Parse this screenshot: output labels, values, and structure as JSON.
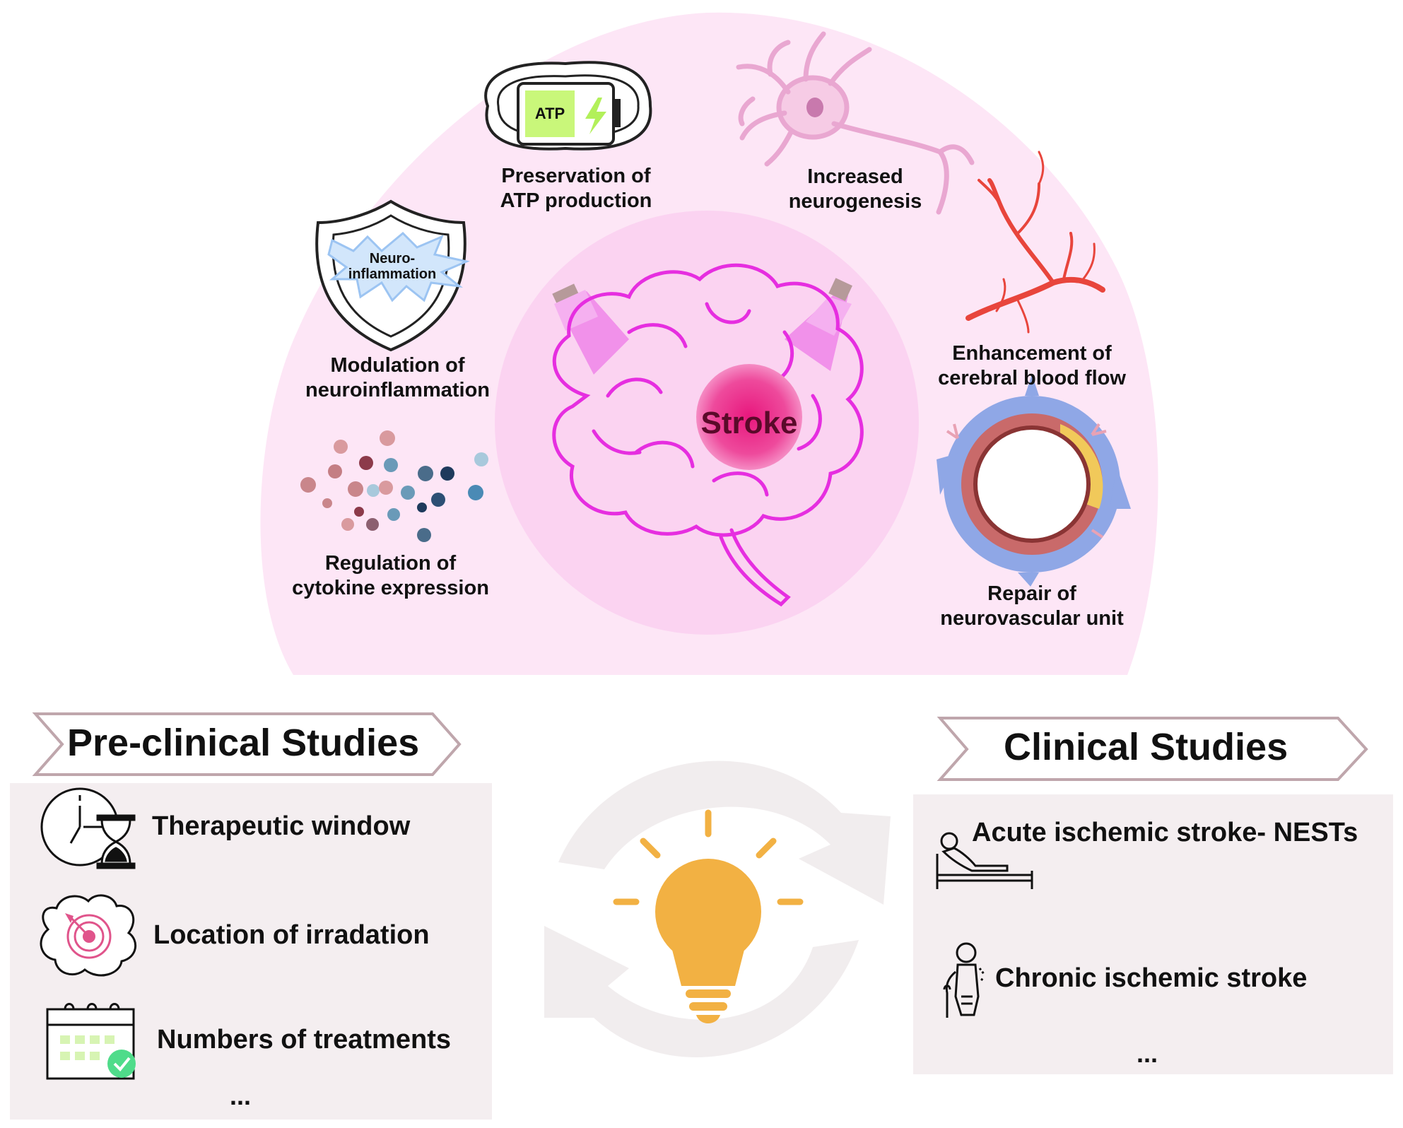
{
  "center": {
    "label": "Stroke",
    "icon": "brain-icon"
  },
  "mechanisms": {
    "atp": {
      "line1": "Preservation of",
      "line2": "ATP production",
      "icon_text": "ATP"
    },
    "neurogenesis": {
      "line1": "Increased",
      "line2": "neurogenesis"
    },
    "inflammation": {
      "line1": "Modulation of",
      "line2": "neuroinflammation",
      "icon_line1": "Neuro-",
      "icon_line2": "inflammation"
    },
    "bloodflow": {
      "line1": "Enhancement of",
      "line2": "cerebral blood flow"
    },
    "cytokine": {
      "line1": "Regulation of",
      "line2": "cytokine expression"
    },
    "nvu": {
      "line1": "Repair of",
      "line2": "neurovascular unit"
    }
  },
  "preclinical": {
    "title": "Pre-clinical Studies",
    "items": [
      {
        "label": "Therapeutic window",
        "icon": "clock-hourglass-icon"
      },
      {
        "label": "Location of irradation",
        "icon": "brain-target-icon"
      },
      {
        "label": "Numbers of treatments",
        "icon": "calendar-check-icon"
      }
    ],
    "more": "..."
  },
  "clinical": {
    "title": "Clinical Studies",
    "items": [
      {
        "label": "Acute ischemic stroke- NESTs",
        "icon": "patient-bed-icon"
      },
      {
        "label": "Chronic ischemic stroke",
        "icon": "patient-cane-icon"
      }
    ],
    "more": "..."
  },
  "colors": {
    "dome": "#fde6f6",
    "brain": "#e62ee0",
    "stroke": "#ea3c98",
    "bulb": "#f2b143",
    "panel": "#f4eef0"
  }
}
